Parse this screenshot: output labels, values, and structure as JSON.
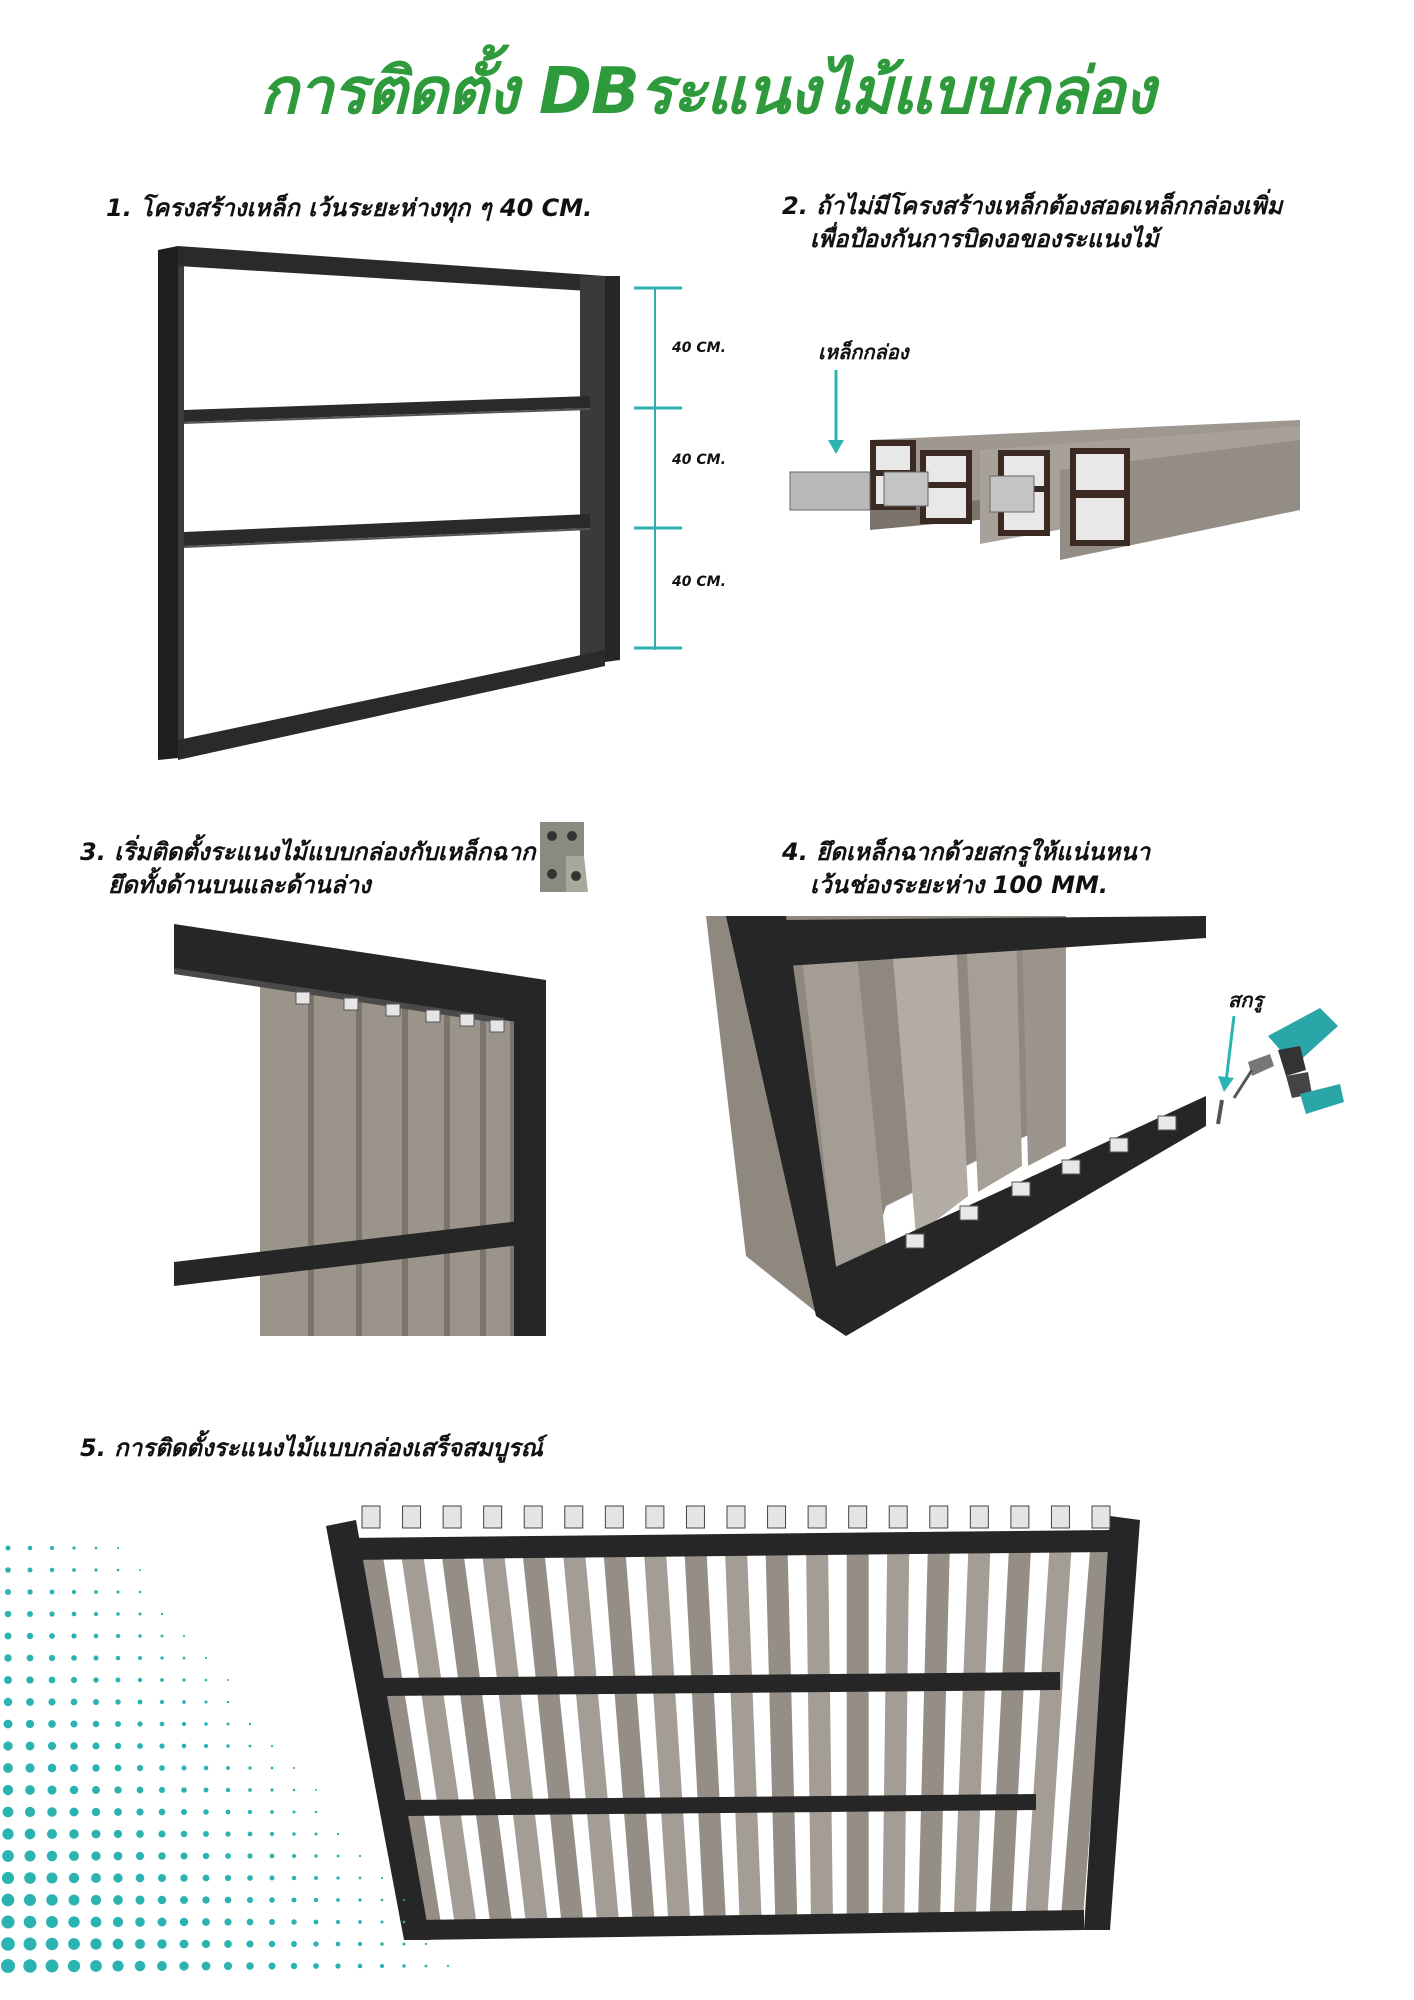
{
  "title": "การติดตั้ง DBระแนงไม้แบบกล่อง",
  "steps": [
    {
      "line1": "1. โครงสร้างเหล็ก เว้นระยะห่างทุก ๆ 40 CM.",
      "line2": ""
    },
    {
      "line1": "2. ถ้าไม่มีโครงสร้างเหล็กต้องสอดเหล็กกล่องเพิ่ม",
      "line2": "เพื่อป้องกันการบิดงอของระแนงไม้"
    },
    {
      "line1": "3. เริ่มติดตั้งระแนงไม้แบบกล่องกับเหล็กฉาก",
      "line2": "ยึดทั้งด้านบนและด้านล่าง"
    },
    {
      "line1": "4. ยึดเหล็กฉากด้วยสกรูให้แน่นหนา",
      "line2": "เว้นช่องระยะห่าง 100 MM."
    },
    {
      "line1": "5. การติดตั้งระแนงไม้แบบกล่องเสร็จสมบูรณ์",
      "line2": ""
    }
  ],
  "dimension_labels": [
    "40 CM.",
    "40 CM.",
    "40 CM."
  ],
  "box_steel_label": "เหล็กกล่อง",
  "screw_label": "สกรู",
  "colors": {
    "title_green": "#2f9a3c",
    "teal": "#2bb3b1",
    "steel": "#2a2a2a",
    "wood": "#9a928a"
  }
}
